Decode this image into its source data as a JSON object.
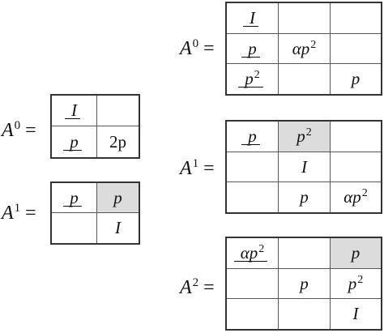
{
  "matrices": [
    {
      "id": "left-a0",
      "label_base": "A",
      "label_sup": "0",
      "equals": "=",
      "rows": 2,
      "cols": 2,
      "cells": [
        [
          {
            "text": "I",
            "ul": true
          },
          {
            "text": ""
          }
        ],
        [
          {
            "text": "p",
            "ul": true
          },
          {
            "text": "2p",
            "upright": true
          }
        ]
      ]
    },
    {
      "id": "left-a1",
      "label_base": "A",
      "label_sup": "1",
      "equals": "=",
      "rows": 2,
      "cols": 2,
      "cells": [
        [
          {
            "text": "p",
            "ul": true
          },
          {
            "text": "p",
            "shaded": true
          }
        ],
        [
          {
            "text": ""
          },
          {
            "text": "I"
          }
        ]
      ]
    },
    {
      "id": "right-a0",
      "label_base": "A",
      "label_sup": "0",
      "equals": "=",
      "rows": 3,
      "cols": 3,
      "cells": [
        [
          {
            "text": "I",
            "ul": true
          },
          {
            "text": ""
          },
          {
            "text": ""
          }
        ],
        [
          {
            "text": "p",
            "ul": true
          },
          {
            "text": "αp",
            "sup": "2"
          },
          {
            "text": ""
          }
        ],
        [
          {
            "text": "p",
            "sup": "2",
            "ul": true
          },
          {
            "text": ""
          },
          {
            "text": "p"
          }
        ]
      ]
    },
    {
      "id": "right-a1",
      "label_base": "A",
      "label_sup": "1",
      "equals": "=",
      "rows": 3,
      "cols": 3,
      "cells": [
        [
          {
            "text": "p",
            "ul": true
          },
          {
            "text": "p",
            "sup": "2",
            "shaded": true
          },
          {
            "text": ""
          }
        ],
        [
          {
            "text": ""
          },
          {
            "text": "I"
          },
          {
            "text": ""
          }
        ],
        [
          {
            "text": ""
          },
          {
            "text": "p"
          },
          {
            "text": "αp",
            "sup": "2"
          }
        ]
      ]
    },
    {
      "id": "right-a2",
      "label_base": "A",
      "label_sup": "2",
      "equals": "=",
      "rows": 3,
      "cols": 3,
      "cells": [
        [
          {
            "text": "αp",
            "sup": "2",
            "ul": true
          },
          {
            "text": ""
          },
          {
            "text": "p",
            "shaded": true
          }
        ],
        [
          {
            "text": ""
          },
          {
            "text": "p"
          },
          {
            "text": "p",
            "sup": "2"
          }
        ],
        [
          {
            "text": ""
          },
          {
            "text": ""
          },
          {
            "text": "I"
          }
        ]
      ]
    }
  ]
}
